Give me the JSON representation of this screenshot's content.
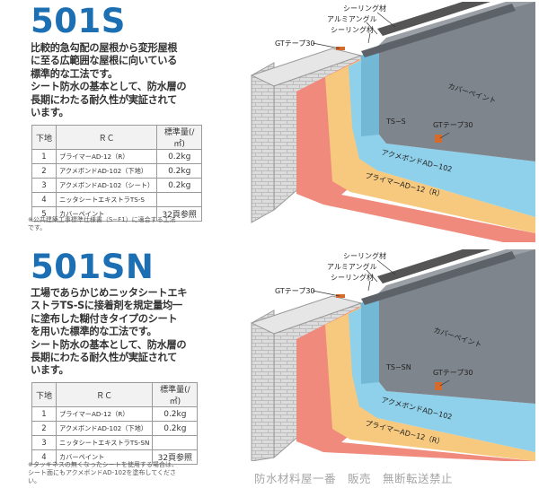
{
  "sections": [
    {
      "code": "501S",
      "desc_lines": [
        "比較的急勾配の屋根から変形屋根",
        "に至る広範囲な屋根に向いている",
        "標準的な工法です。",
        "シート防水の基本として、防水層の",
        "長期にわたる耐久性が実証されて",
        "います。"
      ],
      "table": {
        "header": [
          "下地",
          "ＲＣ",
          "標準量(/㎡)"
        ],
        "rows": [
          [
            "1",
            "プライマーAD-12（R）",
            "0.2kg"
          ],
          [
            "2",
            "アクメボンドAD-102（下地）",
            "0.2kg"
          ],
          [
            "3",
            "アクメボンドAD-102（シート）",
            "0.2kg"
          ],
          [
            "4",
            "ニッタシートエキストラTS-S",
            ""
          ],
          [
            "5",
            "カバーペイント",
            "32頁参照"
          ]
        ]
      },
      "note_lines": [
        "※公共建築工事標準仕様書（S−F1）に適合する工法",
        "です。"
      ],
      "labels": {
        "sealing": "シーリング材",
        "angle": "アルミアングル",
        "sealing2": "シーリング材",
        "gt_tape_top": "GTテープ30",
        "cover": "カバーペイント",
        "sheet": "TS−S",
        "gt_tape": "GTテープ30",
        "bond": "アクメボンドAD−102",
        "primer": "プライマーAD−12（R）"
      }
    },
    {
      "code": "501SN",
      "desc_lines": [
        "工場であらかじめニッタシートエキ",
        "ストラTS-Sに接着剤を規定量均一",
        "に塗布した糊付きタイプのシート",
        "を用いた標準的な工法です。",
        "シート防水の基本として、防水層の",
        "長期にわたる耐久性が実証されて",
        "います。"
      ],
      "table": {
        "header": [
          "下地",
          "ＲＣ",
          "標準量(/㎡)"
        ],
        "rows": [
          [
            "1",
            "プライマーAD-12（R）",
            "0.2kg"
          ],
          [
            "2",
            "アクメボンドAD-102（下地）",
            "0.2kg"
          ],
          [
            "3",
            "ニッタシートエキストラTS-SN",
            ""
          ],
          [
            "4",
            "カバーペイント",
            "32頁参照"
          ]
        ]
      },
      "note_lines": [
        "※タッキネスの無くなったシートを使用する場合は、",
        "シート面にもアクメボンドAD-102を塗布してくださ",
        "い。"
      ],
      "labels": {
        "sealing": "シーリング材",
        "angle": "アルミアングル",
        "sealing2": "シーリング材",
        "gt_tape_top": "GTテープ30",
        "cover": "カバーペイント",
        "sheet": "TS−SN",
        "gt_tape": "GTテープ30",
        "bond": "アクメボンドAD−102",
        "primer": "プライマーAD−12（R）"
      }
    }
  ],
  "watermark": "防水材料屋一番　販売　無断転送禁止",
  "colors": {
    "brand_blue": "#1d6fb3",
    "primer": "#f08a7c",
    "bond": "#f7c97e",
    "sheet": "#8fd0ea",
    "cover": "#7f858c"
  }
}
